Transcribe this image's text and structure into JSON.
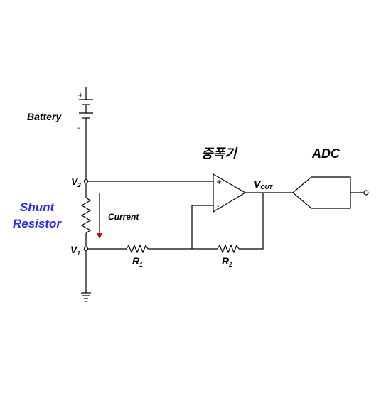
{
  "labels": {
    "battery": "Battery",
    "amplifier": "증폭기",
    "adc": "ADC",
    "shunt_line1": "Shunt",
    "shunt_line2": "Resistor",
    "current": "Current",
    "v2_main": "V",
    "v2_sub": "2",
    "v1_main": "V",
    "v1_sub": "1",
    "vout_main": "V",
    "vout_sub": "OUT",
    "r1_main": "R",
    "r1_sub": "1",
    "r2_main": "R",
    "r2_sub": "2",
    "battery_plus": "+",
    "battery_minus": "-",
    "opamp_plus": "+",
    "opamp_minus": "-"
  },
  "colors": {
    "wire": "#000000",
    "shunt_text": "#2a2ae8",
    "current_arrow": "#e00000"
  },
  "icons": {
    "battery": "battery-symbol-icon",
    "resistor": "resistor-zigzag-icon",
    "opamp": "op-amp-triangle-icon",
    "adc": "adc-block-icon",
    "ground": "ground-symbol-icon",
    "arrow": "current-arrow-icon"
  }
}
